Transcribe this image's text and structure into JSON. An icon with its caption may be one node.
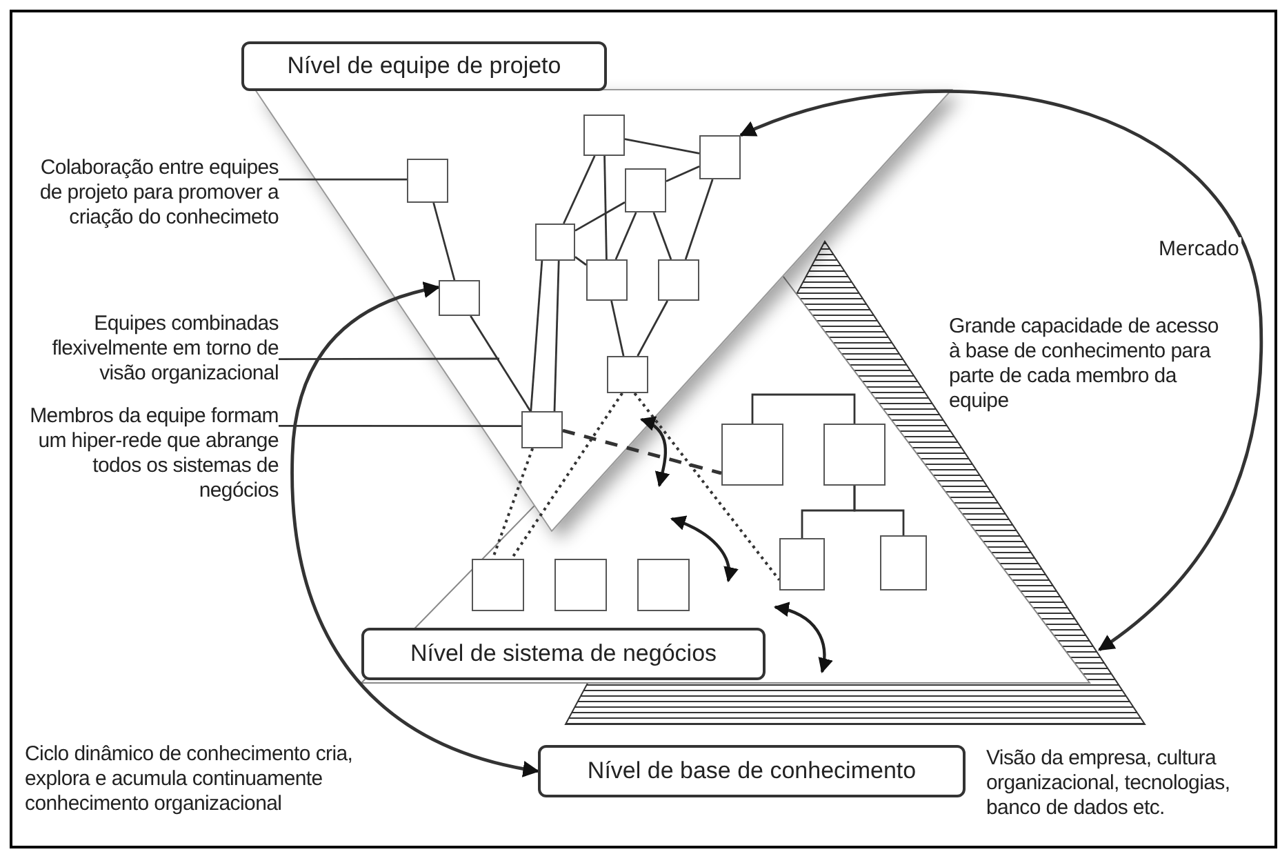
{
  "diagram": {
    "nodes": [
      {
        "text": [
          "Nível de equipe de projeto"
        ]
      },
      {
        "text": [
          "Colaboração entre equipes de projeto para promover a criação do conhecimeto"
        ]
      },
      {
        "text": [],
        "shape": "box"
      },
      {
        "text": [],
        "shape": "box"
      },
      {
        "text": [],
        "shape": "box"
      },
      {
        "text": [],
        "shape": "box"
      },
      {
        "text": [],
        "shape": "box"
      },
      {
        "text": [],
        "shape": "box"
      },
      {
        "text": [],
        "shape": "box"
      },
      {
        "text": [],
        "shape": "box"
      },
      {
        "text": [
          "Equipes combinadas flexivelmente em torno de visão organizacional"
        ]
      },
      {
        "text": [],
        "shape": "box"
      },
      {
        "text": [],
        "shape": "box"
      },
      {
        "text": [],
        "shape": "box"
      },
      {
        "text": [
          "Membros da equipe formam um hiper-rede que abrange todos os sistemas de negócios"
        ]
      },
      {
        "text": [],
        "shape": "box"
      },
      {
        "text": [],
        "shape": "box"
      },
      {
        "text": [],
        "shape": "box"
      },
      {
        "text": [],
        "shape": "box"
      },
      {
        "text": [],
        "shape": "box"
      },
      {
        "text": [],
        "shape": "box"
      },
      {
        "text": [
          "Nível de sistema de negócios"
        ]
      },
      {
        "text": [
          "Nível de base de conhecimento"
        ]
      }
    ],
    "edges": [
      {
        "from": 1,
        "to": 2,
        "arrow": "none"
      },
      {
        "from": 10,
        "to": null,
        "arrow": "none"
      },
      {
        "from": 14,
        "to": 15,
        "arrow": "none"
      },
      {
        "from": 2,
        "to": 9,
        "arrow": "none"
      },
      {
        "from": 9,
        "to": 15,
        "arrow": "none"
      },
      {
        "from": 3,
        "to": 4,
        "arrow": "none"
      },
      {
        "from": 3,
        "to": 6,
        "arrow": "none"
      },
      {
        "from": 3,
        "to": 7,
        "arrow": "none"
      },
      {
        "from": 5,
        "to": 4,
        "arrow": "none"
      },
      {
        "from": 5,
        "to": 6,
        "arrow": "none"
      },
      {
        "from": 5,
        "to": 7,
        "arrow": "none"
      },
      {
        "from": 5,
        "to": 8,
        "arrow": "none"
      },
      {
        "from": 4,
        "to": 8,
        "arrow": "none"
      },
      {
        "from": 6,
        "to": 7,
        "arrow": "none"
      },
      {
        "from": 6,
        "to": 15,
        "arrow": "none"
      },
      {
        "from": 6,
        "to": 15,
        "arrow": "none"
      },
      {
        "from": 7,
        "to": 11,
        "arrow": "none"
      },
      {
        "from": 8,
        "to": 11,
        "arrow": "none"
      },
      {
        "from": 12,
        "to": 13,
        "arrow": "none"
      },
      {
        "from": 13,
        "to": 16,
        "arrow": "none"
      },
      {
        "from": 13,
        "to": 17,
        "arrow": "none"
      },
      {
        "from": 15,
        "to": 18,
        "arrow": "none",
        "style": "dashed"
      },
      {
        "from": 11,
        "to": 18,
        "arrow": "none",
        "style": "dashed"
      },
      {
        "from": 11,
        "to": 16,
        "arrow": "none",
        "style": "dashed"
      },
      {
        "from": 15,
        "to": 12,
        "arrow": "none",
        "style": "dashed"
      },
      {
        "from": 4,
        "to": null,
        "arrow": "both",
        "label": "Mercado"
      },
      {
        "from": 9,
        "to": 22,
        "arrow": "both"
      }
    ],
    "labels": [
      "Grande capacidade de acesso à base de conhecimento para parte de cada membro da equipe",
      "Ciclo dinâmico de conhecimento cria, explora e acumula continuamente conhecimento organizacional",
      "Visão da empresa, cultura organizacional, tecnologias, banco de dados etc."
    ]
  }
}
